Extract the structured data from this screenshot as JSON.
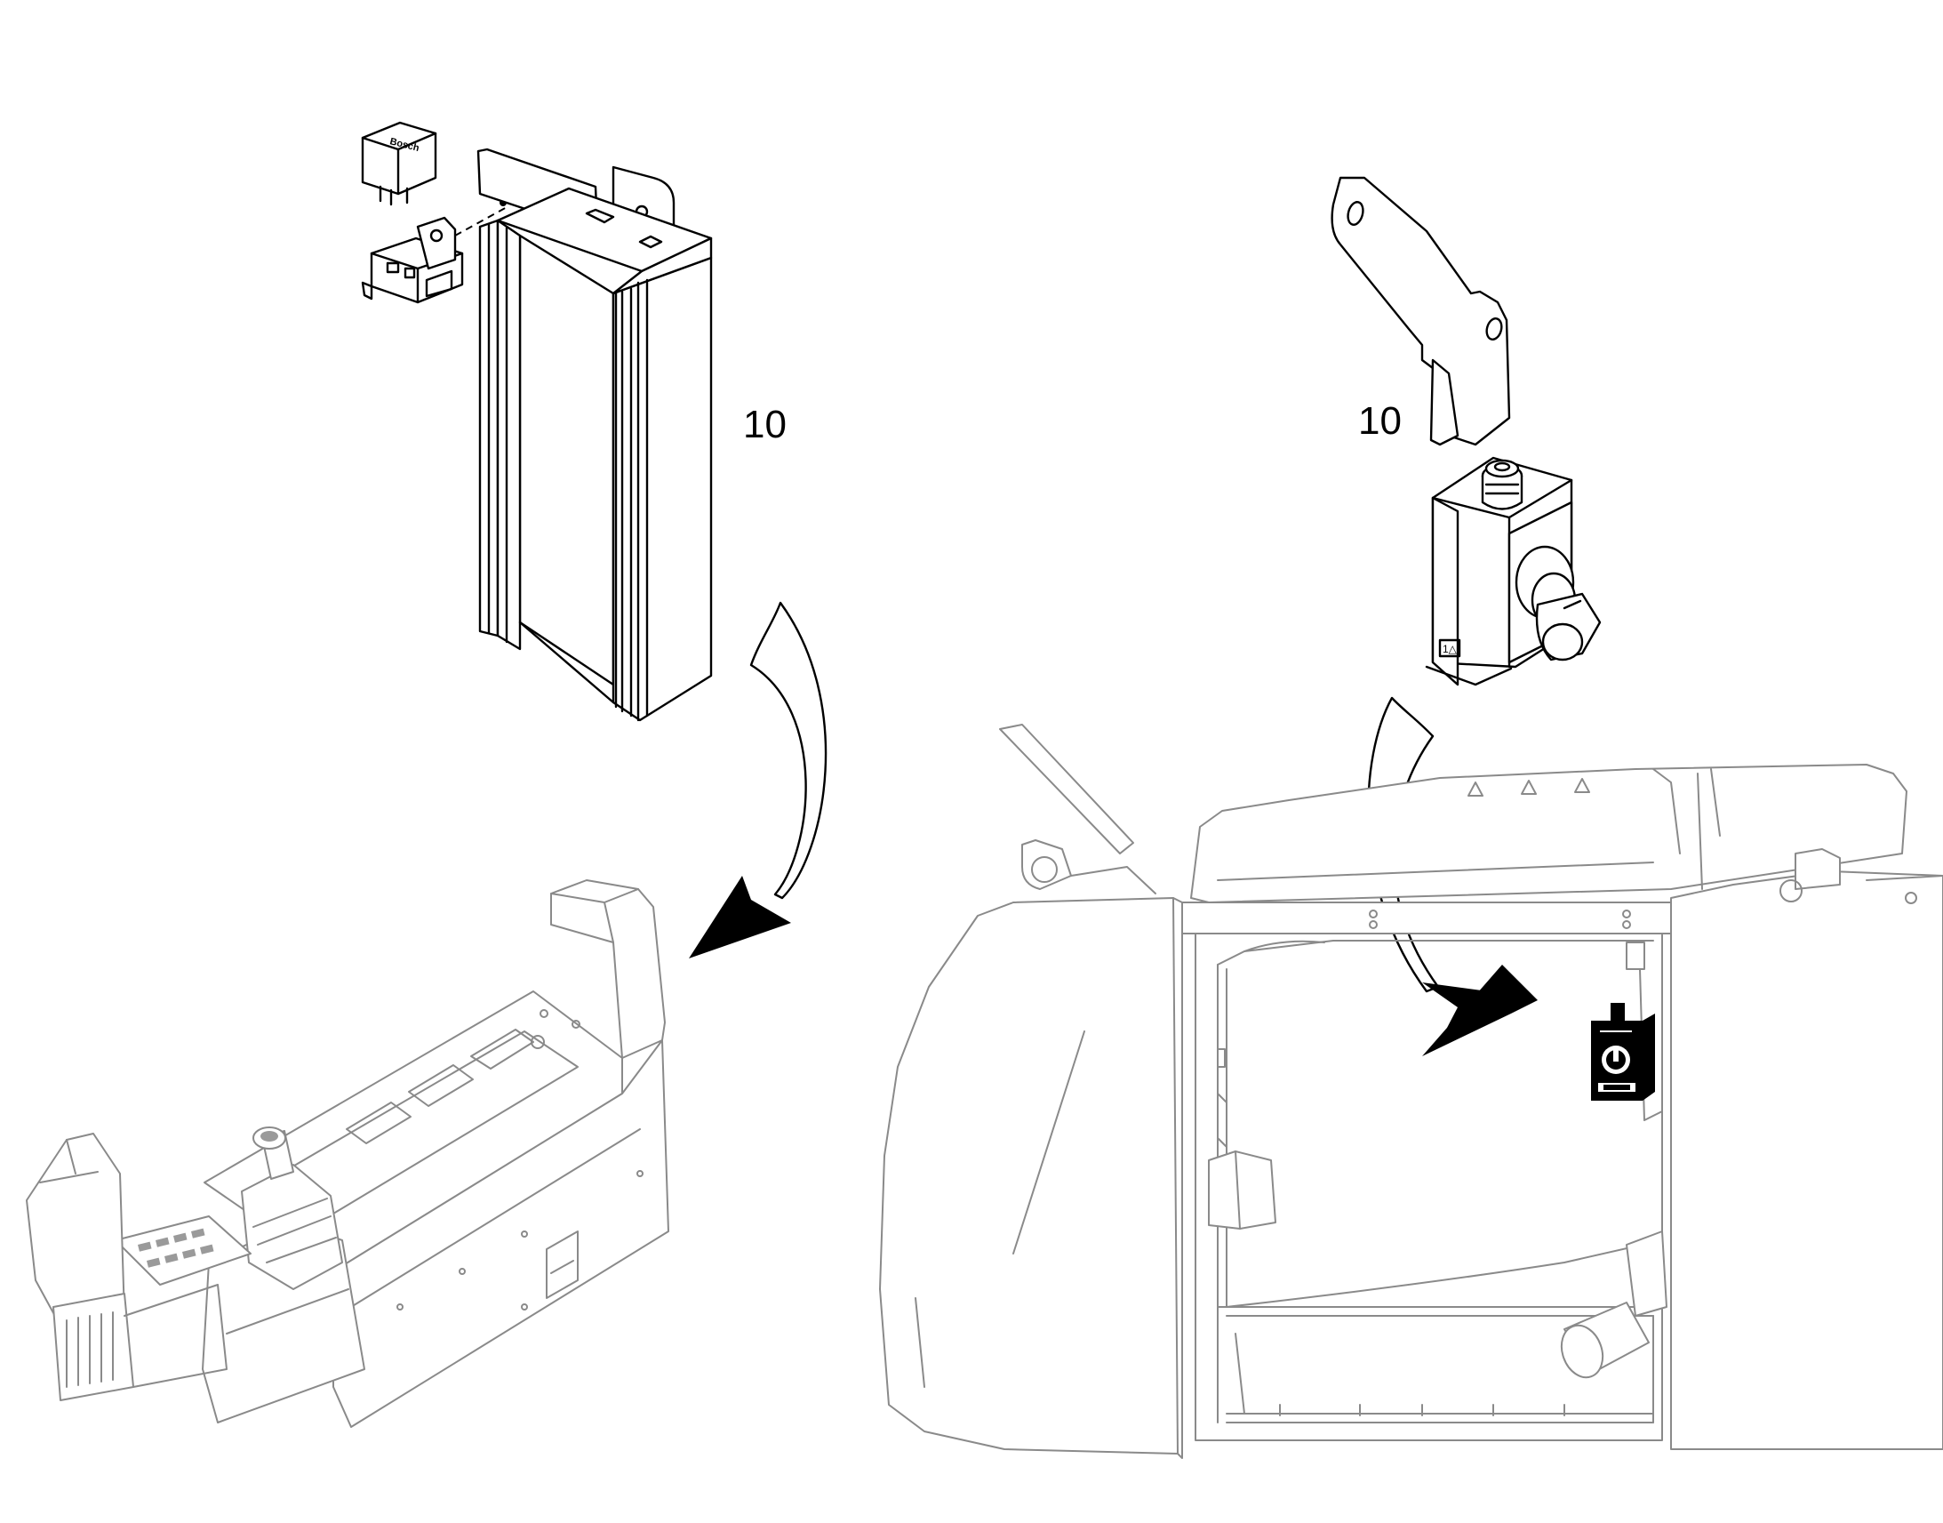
{
  "figure": {
    "background": "#ffffff",
    "line_color": "#000000",
    "context_line_color": "#8a8a8a",
    "callouts": [
      {
        "id": "left",
        "text": "10"
      },
      {
        "id": "right",
        "text": "10"
      }
    ],
    "parts": [
      {
        "id": "relay-module",
        "icon": "relay-module-icon"
      },
      {
        "id": "control-console",
        "icon": "operator-console-icon"
      },
      {
        "id": "switch-bracket",
        "icon": "key-switch-bracket-icon"
      },
      {
        "id": "machine-compartment",
        "icon": "engine-compartment-icon"
      }
    ]
  }
}
